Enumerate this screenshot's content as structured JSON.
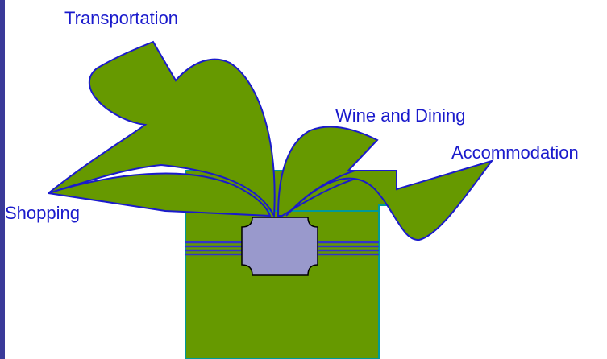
{
  "labels": {
    "transportation": "Transportation",
    "wine_and_dining": "Wine and Dining",
    "accommodation": "Accommodation",
    "shopping": "Shopping"
  },
  "colors": {
    "leaf_fill": "#669900",
    "leaf_stroke": "#1a1acc",
    "pot_fill": "#669900",
    "pot_stroke": "#009999",
    "tag_fill": "#9999cc",
    "band_blue": "#3333cc",
    "label_text": "#1a1acc",
    "left_bar": "#3a3a99"
  }
}
